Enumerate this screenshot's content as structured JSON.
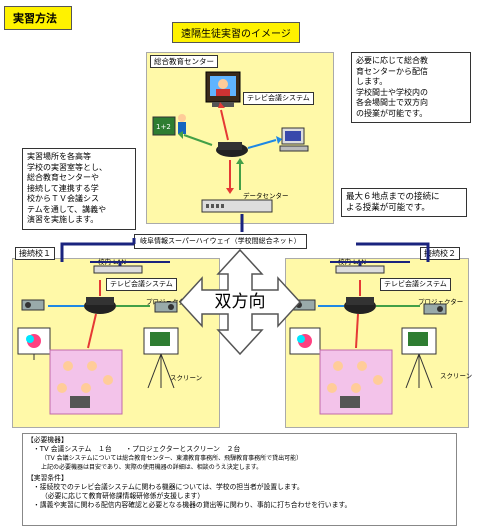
{
  "header": {
    "section_title": "実習方法",
    "diagram_title": "遠隔生徒実習のイメージ"
  },
  "center": {
    "label": "総合教育センター",
    "tv_system": "テレビ会議システム",
    "data_center": "データセンター"
  },
  "callouts": {
    "top_right": [
      "必要に応じて総合教",
      "育センターから配信",
      "します。",
      "学校間士や学校内の",
      "各会場間士で双方向",
      "の授業が可能です。"
    ],
    "left": [
      "実習場所を各高等",
      "学校の実習室等とし、",
      "総合教育センターや",
      "接続して連携する学",
      "校からＴＶ会議シス",
      "テムを通して、講義や",
      "演習を実施します。"
    ],
    "right": [
      "最大６地点までの接続に",
      "よる授業が可能です。"
    ]
  },
  "network": {
    "label": "岐阜情報スーパーハイウェイ（学校間総合ネット）"
  },
  "school1": {
    "label": "接続校１",
    "lan": "校内 LAN",
    "tv_system": "テレビ会議システム",
    "projector": "プロジェクター",
    "screen": "スクリーン"
  },
  "school2": {
    "label": "接続校２",
    "lan": "校内 LAN",
    "tv_system": "テレビ会議システム",
    "projector": "プロジェクター",
    "screen": "スクリーン"
  },
  "bidirectional": "双方向",
  "info": {
    "equipment_heading": "【必要機器】",
    "equipment_line1": "・TV 会議システム　１台　　・プロジェクターとスクリーン　２台",
    "equipment_line2": "（TV 会議システムについては総合教育センター、東濃教育事務所、飛騨教育事務所で貸出可能）",
    "equipment_line3": "上記の必要機器は目安であり、実際の使用機器の詳細は、相談のうえ決定します。",
    "conditions_heading": "【実習条件】",
    "conditions_line1": "・接続校でのテレビ会議システムに関わる機器については、学校の担当者が設置します。",
    "conditions_line2": "（必要に応じて教育研修課情報研修係が支援します）",
    "conditions_line3": "・講義や実習に関わる配信内容確認と必要となる機器の貸出等に関わり、事前に打ち合わせを行います。"
  }
}
